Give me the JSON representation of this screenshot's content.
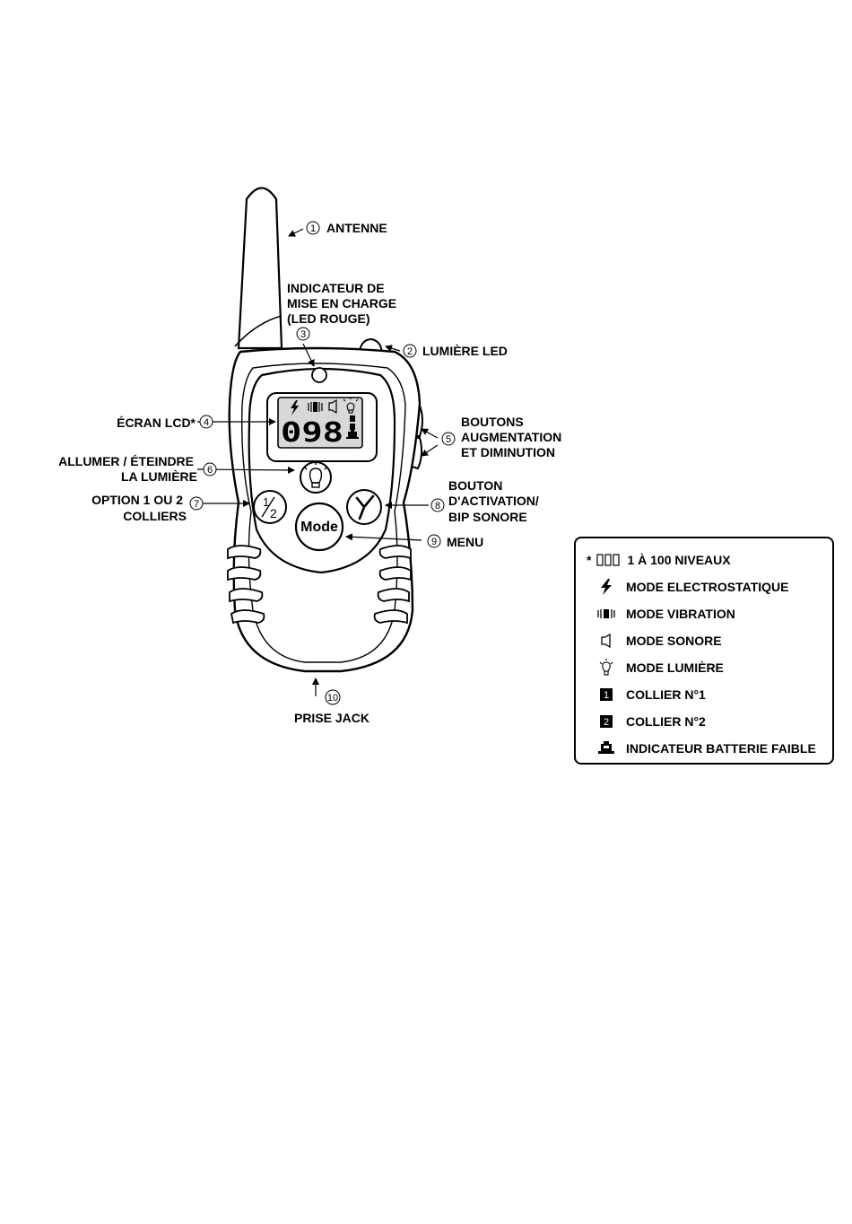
{
  "labels": {
    "antenna": {
      "num": "1",
      "text": "ANTENNE"
    },
    "charge_indicator": {
      "num": "3",
      "lines": [
        "INDICATEUR DE",
        "MISE EN CHARGE",
        "(LED ROUGE)"
      ]
    },
    "led_light": {
      "num": "2",
      "text": "LUMIÈRE LED"
    },
    "lcd_screen": {
      "num": "4",
      "text": "ÉCRAN LCD*"
    },
    "up_down_buttons": {
      "num": "5",
      "lines": [
        "BOUTONS",
        "AUGMENTATION",
        "ET DIMINUTION"
      ]
    },
    "light_toggle": {
      "num": "6",
      "lines": [
        "ALLUMER / ÉTEINDRE",
        "LA LUMIÈRE"
      ]
    },
    "collar_option": {
      "num": "7",
      "lines": [
        "OPTION 1 OU 2",
        "COLLIERS"
      ]
    },
    "activation_button": {
      "num": "8",
      "lines": [
        "BOUTON",
        "D'ACTIVATION/",
        "BIP SONORE"
      ]
    },
    "menu": {
      "num": "9",
      "text": "MENU"
    },
    "jack": {
      "num": "10",
      "text": "PRISE JACK"
    }
  },
  "device": {
    "lcd_digits": "098",
    "mode_button": "Mode",
    "collar_button_top": "1",
    "collar_button_bottom": "2"
  },
  "legend": {
    "items": [
      {
        "icon": "segment-digits-icon",
        "prefix": "*",
        "text": "1 À 100 NIVEAUX"
      },
      {
        "icon": "lightning-icon",
        "text": "MODE ELECTROSTATIQUE"
      },
      {
        "icon": "vibration-icon",
        "text": "MODE VIBRATION"
      },
      {
        "icon": "speaker-icon",
        "text": "MODE SONORE"
      },
      {
        "icon": "lightbulb-icon",
        "text": "MODE LUMIÈRE"
      },
      {
        "icon": "collar-1-icon",
        "badge": "1",
        "text": "COLLIER N°1"
      },
      {
        "icon": "collar-2-icon",
        "badge": "2",
        "text": "COLLIER N°2"
      },
      {
        "icon": "low-battery-icon",
        "text": "INDICATEUR BATTERIE FAIBLE"
      }
    ]
  }
}
